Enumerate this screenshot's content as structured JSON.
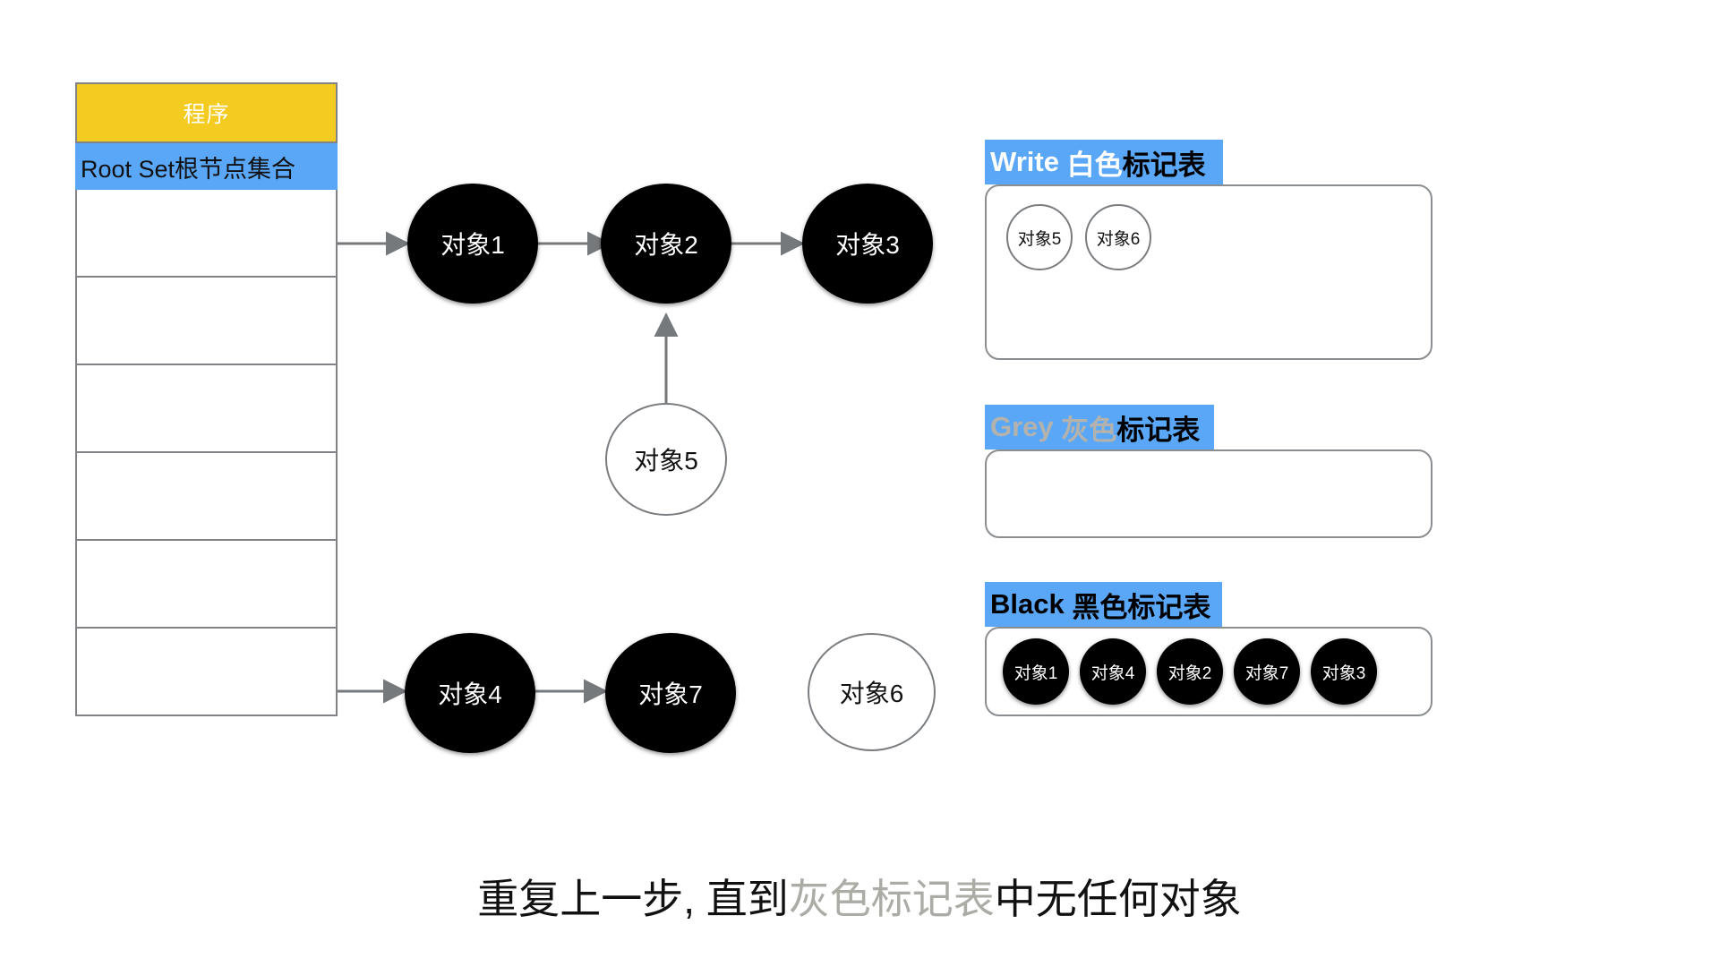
{
  "program": {
    "label": "程序",
    "fill": "#F3CB21"
  },
  "root_set": {
    "label": "Root Set根节点集合",
    "fill": "#5BA7F7",
    "slot_count": 6
  },
  "graph": {
    "nodes": [
      {
        "id": "obj1",
        "label": "对象1",
        "color": "black"
      },
      {
        "id": "obj2",
        "label": "对象2",
        "color": "black"
      },
      {
        "id": "obj3",
        "label": "对象3",
        "color": "black"
      },
      {
        "id": "obj5",
        "label": "对象5",
        "color": "white"
      },
      {
        "id": "obj4",
        "label": "对象4",
        "color": "black"
      },
      {
        "id": "obj7",
        "label": "对象7",
        "color": "black"
      },
      {
        "id": "obj6",
        "label": "对象6",
        "color": "white"
      }
    ],
    "edges": [
      {
        "from": "root-set",
        "to": "obj1"
      },
      {
        "from": "obj1",
        "to": "obj2"
      },
      {
        "from": "obj2",
        "to": "obj3"
      },
      {
        "from": "obj5",
        "to": "obj2"
      },
      {
        "from": "root-set",
        "to": "obj4"
      },
      {
        "from": "obj4",
        "to": "obj7"
      }
    ],
    "edge_color": "#76797c"
  },
  "mark_tables": [
    {
      "id": "white",
      "header": {
        "en": "Write",
        "cn_color": "白色",
        "cn_rest": "标记表",
        "en_class": "en-white"
      },
      "items": [
        {
          "label": "对象5",
          "color": "white"
        },
        {
          "label": "对象6",
          "color": "white"
        }
      ]
    },
    {
      "id": "grey",
      "header": {
        "en": "Grey",
        "cn_color": "灰色",
        "cn_rest": "标记表",
        "en_class": "en-grey"
      },
      "items": []
    },
    {
      "id": "black",
      "header": {
        "en": "Black",
        "cn_color": "黑色",
        "cn_rest": "标记表",
        "en_class": "en-black"
      },
      "items": [
        {
          "label": "对象1",
          "color": "black"
        },
        {
          "label": "对象4",
          "color": "black"
        },
        {
          "label": "对象2",
          "color": "black"
        },
        {
          "label": "对象7",
          "color": "black"
        },
        {
          "label": "对象3",
          "color": "black"
        }
      ]
    }
  ],
  "caption": {
    "prefix": "重复上一步, 直到",
    "highlight": "灰色标记表",
    "suffix": "中无任何对象"
  },
  "colors": {
    "accent_blue": "#5BA7F7",
    "program_yellow": "#F3CB21",
    "border_grey": "#808285",
    "arrow_grey": "#76797c",
    "grey_text": "#acaca6"
  }
}
